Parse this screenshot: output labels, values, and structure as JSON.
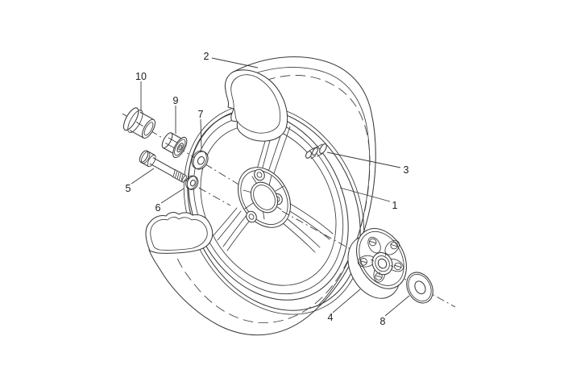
{
  "figure": {
    "colors": {
      "background": "#ffffff",
      "line": "#3a3a3a",
      "label": "#1c1c1c"
    },
    "callouts": [
      {
        "label": "1"
      },
      {
        "label": "2"
      },
      {
        "label": "3"
      },
      {
        "label": "4"
      },
      {
        "label": "5"
      },
      {
        "label": "6"
      },
      {
        "label": "7"
      },
      {
        "label": "8"
      },
      {
        "label": "9"
      },
      {
        "label": "10"
      }
    ]
  }
}
